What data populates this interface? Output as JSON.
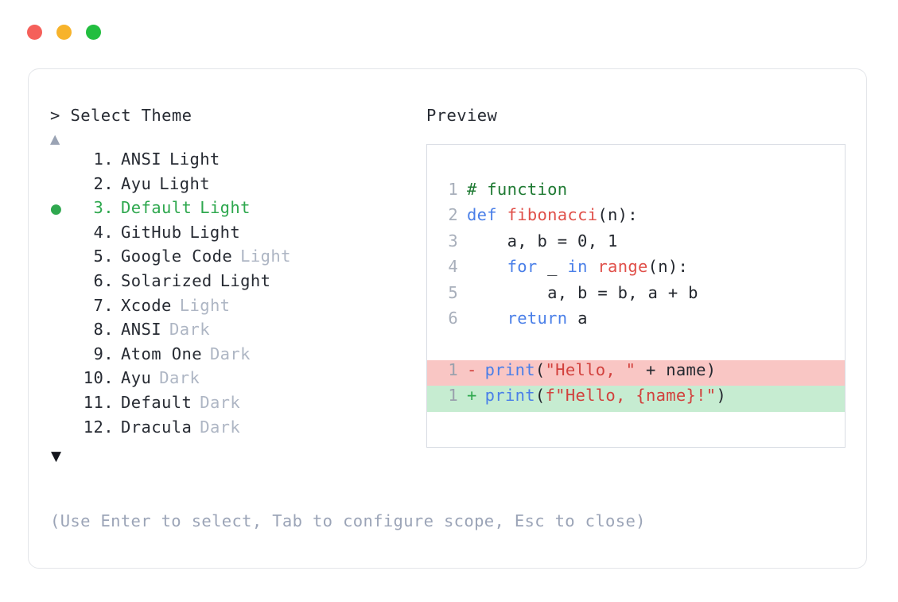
{
  "titlebar": {
    "dots": [
      {
        "name": "close-dot",
        "color": "#F5605A"
      },
      {
        "name": "minimize-dot",
        "color": "#F7B32B"
      },
      {
        "name": "maximize-dot",
        "color": "#22BE3F"
      }
    ]
  },
  "theme_picker": {
    "header": "> Select Theme",
    "scroll_up_icon": "▲",
    "scroll_down_icon": "▼",
    "selected_index": 3,
    "selected_bullet": "●",
    "items": [
      {
        "index": "1.",
        "name": "ANSI",
        "variant": "Light",
        "variant_muted": false,
        "selected": false
      },
      {
        "index": "2.",
        "name": "Ayu",
        "variant": "Light",
        "variant_muted": false,
        "selected": false
      },
      {
        "index": "3.",
        "name": "Default",
        "variant": "Light",
        "variant_muted": false,
        "selected": true
      },
      {
        "index": "4.",
        "name": "GitHub",
        "variant": "Light",
        "variant_muted": false,
        "selected": false
      },
      {
        "index": "5.",
        "name": "Google Code",
        "variant": "Light",
        "variant_muted": true,
        "selected": false
      },
      {
        "index": "6.",
        "name": "Solarized",
        "variant": "Light",
        "variant_muted": false,
        "selected": false
      },
      {
        "index": "7.",
        "name": "Xcode",
        "variant": "Light",
        "variant_muted": true,
        "selected": false
      },
      {
        "index": "8.",
        "name": "ANSI",
        "variant": "Dark",
        "variant_muted": true,
        "selected": false
      },
      {
        "index": "9.",
        "name": "Atom One",
        "variant": "Dark",
        "variant_muted": true,
        "selected": false
      },
      {
        "index": "10.",
        "name": "Ayu",
        "variant": "Dark",
        "variant_muted": true,
        "selected": false
      },
      {
        "index": "11.",
        "name": "Default",
        "variant": "Dark",
        "variant_muted": true,
        "selected": false
      },
      {
        "index": "12.",
        "name": "Dracula",
        "variant": "Dark",
        "variant_muted": true,
        "selected": false
      }
    ]
  },
  "preview": {
    "label": "Preview",
    "code_lines": [
      {
        "num": "1",
        "tokens": [
          {
            "t": "# function",
            "c": "comment"
          }
        ]
      },
      {
        "num": "2",
        "tokens": [
          {
            "t": "def ",
            "c": "keyword"
          },
          {
            "t": "fibonacci",
            "c": "func"
          },
          {
            "t": "(n):",
            "c": "plain"
          }
        ]
      },
      {
        "num": "3",
        "tokens": [
          {
            "t": "    a, b = 0, 1",
            "c": "plain"
          }
        ]
      },
      {
        "num": "4",
        "tokens": [
          {
            "t": "    ",
            "c": "plain"
          },
          {
            "t": "for",
            "c": "keyword"
          },
          {
            "t": " _ ",
            "c": "plain"
          },
          {
            "t": "in",
            "c": "keyword"
          },
          {
            "t": " ",
            "c": "plain"
          },
          {
            "t": "range",
            "c": "func"
          },
          {
            "t": "(n):",
            "c": "plain"
          }
        ]
      },
      {
        "num": "5",
        "tokens": [
          {
            "t": "        a, b = b, a + b",
            "c": "plain"
          }
        ]
      },
      {
        "num": "6",
        "tokens": [
          {
            "t": "    ",
            "c": "plain"
          },
          {
            "t": "return",
            "c": "keyword"
          },
          {
            "t": " a",
            "c": "plain"
          }
        ]
      }
    ],
    "diff_lines": [
      {
        "num": "1",
        "mark": "-",
        "mark_class": "minus",
        "kind": "del",
        "tokens": [
          {
            "t": "print",
            "c": "keyword"
          },
          {
            "t": "(",
            "c": "plain"
          },
          {
            "t": "\"Hello, \"",
            "c": "string"
          },
          {
            "t": " + name)",
            "c": "plain"
          }
        ]
      },
      {
        "num": "1",
        "mark": "+",
        "mark_class": "plus",
        "kind": "add",
        "tokens": [
          {
            "t": "print",
            "c": "keyword"
          },
          {
            "t": "(",
            "c": "plain"
          },
          {
            "t": "f\"Hello, {name}!\"",
            "c": "string"
          },
          {
            "t": ")",
            "c": "plain"
          }
        ]
      }
    ]
  },
  "footer": {
    "hint": "(Use Enter to select, Tab to configure scope, Esc to close)"
  }
}
